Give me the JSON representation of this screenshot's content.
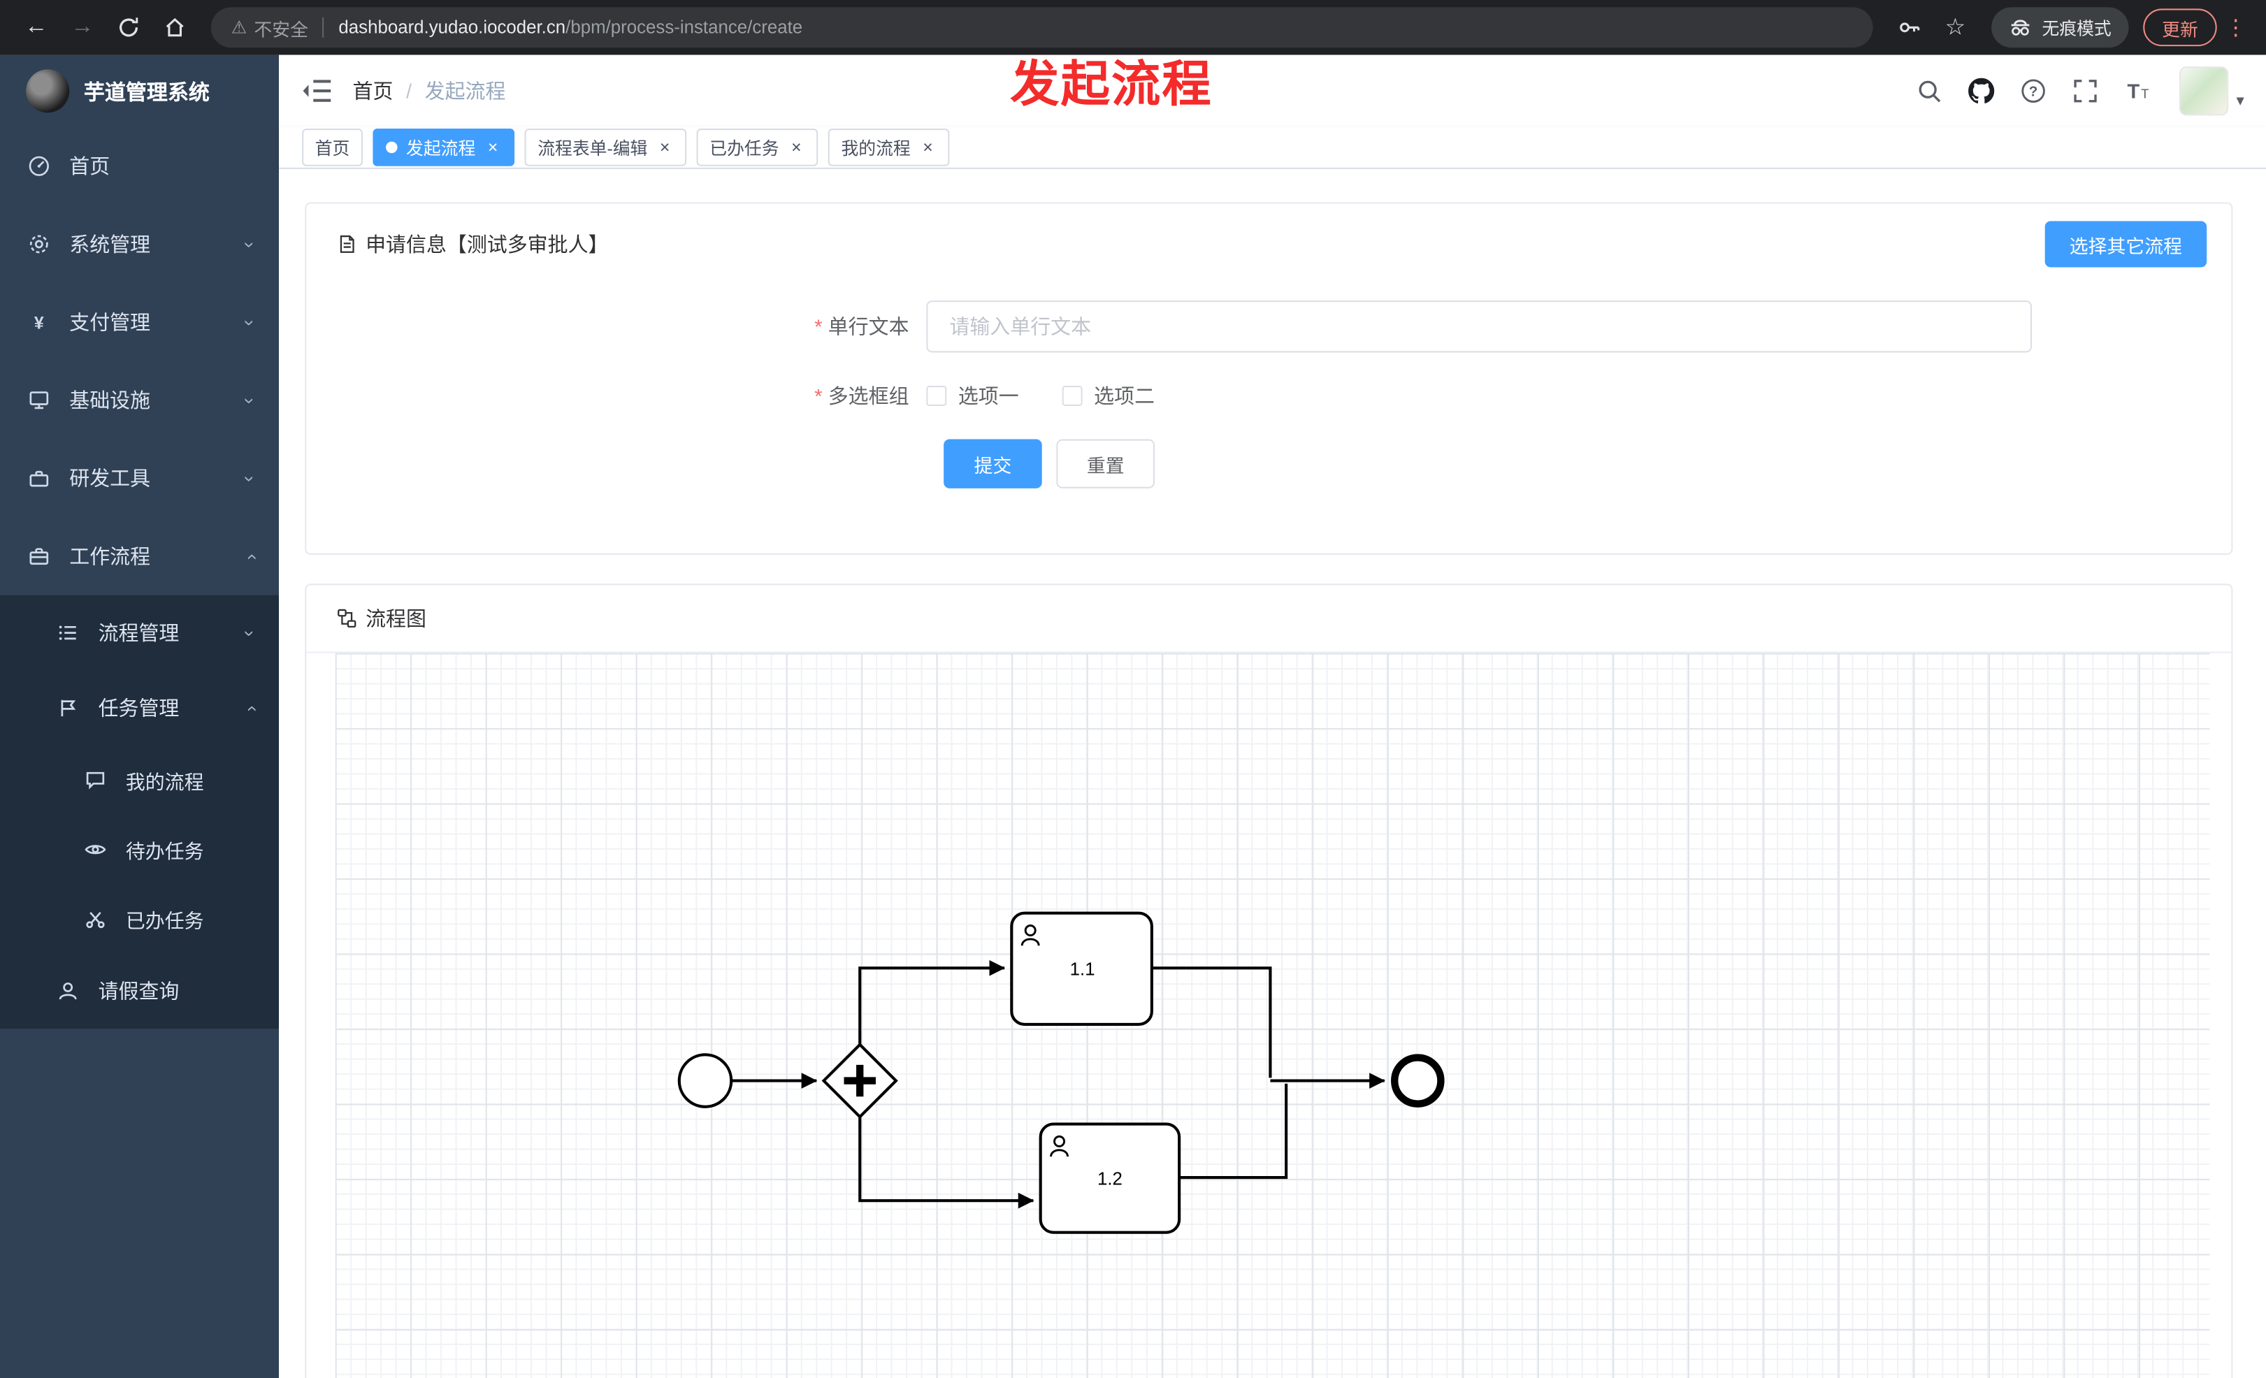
{
  "browser": {
    "security_label": "不安全",
    "url_domain": "dashboard.yudao.iocoder.cn",
    "url_path": "/bpm/process-instance/create",
    "incognito_label": "无痕模式",
    "update_label": "更新"
  },
  "annotation_text": "发起流程",
  "sidebar": {
    "app_title": "芋道管理系统",
    "menu": [
      {
        "label": "首页"
      },
      {
        "label": "系统管理"
      },
      {
        "label": "支付管理"
      },
      {
        "label": "基础设施"
      },
      {
        "label": "研发工具"
      },
      {
        "label": "工作流程"
      }
    ],
    "submenu": {
      "process_mgmt": "流程管理",
      "task_mgmt": "任务管理",
      "task_children": [
        "我的流程",
        "待办任务",
        "已办任务"
      ],
      "leave_query": "请假查询"
    }
  },
  "navbar": {
    "breadcrumb_home": "首页",
    "breadcrumb_current": "发起流程"
  },
  "tabs": [
    {
      "label": "首页"
    },
    {
      "label": "发起流程"
    },
    {
      "label": "流程表单-编辑"
    },
    {
      "label": "已办任务"
    },
    {
      "label": "我的流程"
    }
  ],
  "apply_card": {
    "title": "申请信息【测试多审批人】",
    "select_other_button": "选择其它流程",
    "fields": {
      "text_label": "单行文本",
      "text_placeholder": "请输入单行文本",
      "checkbox_label": "多选框组",
      "checkbox_options": [
        "选项一",
        "选项二"
      ]
    },
    "submit_button": "提交",
    "reset_button": "重置"
  },
  "diagram_card": {
    "title": "流程图",
    "tasks": [
      "1.1",
      "1.2"
    ]
  },
  "colors": {
    "accent": "#409eff",
    "annotation_red": "#f32b2b",
    "sidebar_bg": "#304156",
    "submenu_bg": "#1f2d3d",
    "update_red": "#f28b82"
  }
}
